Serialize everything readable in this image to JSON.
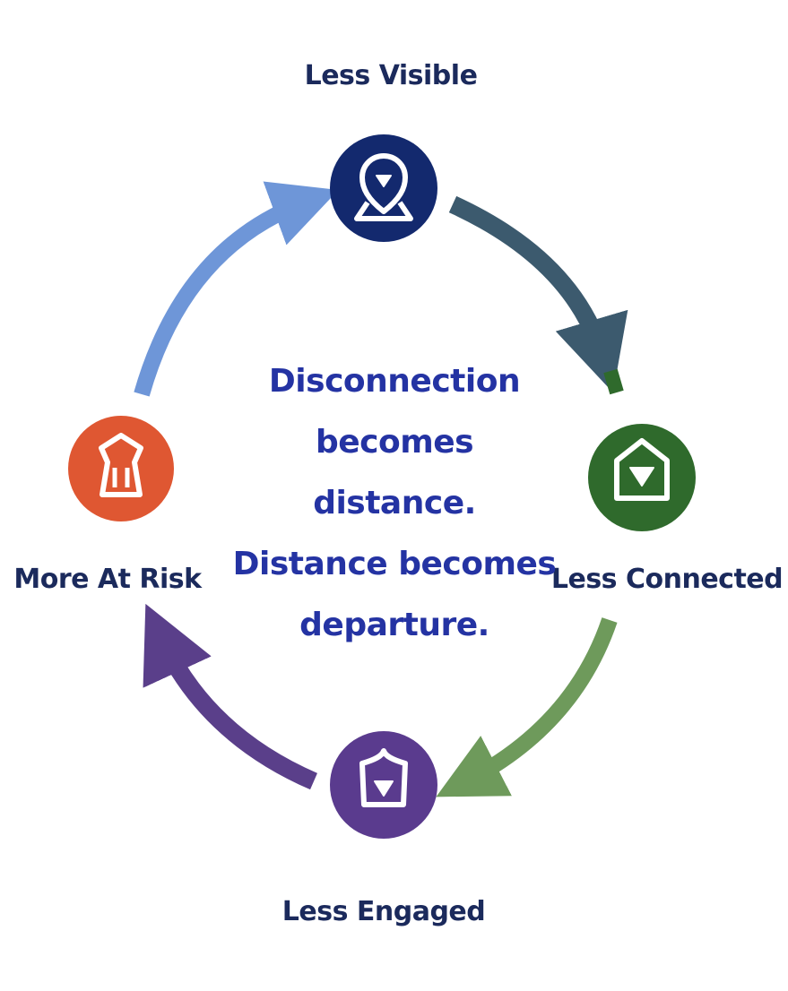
{
  "nodes": [
    {
      "id": "visible",
      "label": "Less Visible",
      "color": "#13296e",
      "icon": "location-pin-icon"
    },
    {
      "id": "connected",
      "label": "Less Connected",
      "color": "#2f6a2c",
      "icon": "heart-house-icon"
    },
    {
      "id": "engaged",
      "label": "Less Engaged",
      "color": "#5a3b8e",
      "icon": "shield-heart-icon"
    },
    {
      "id": "risk",
      "label": "More At Risk",
      "color": "#df5732",
      "icon": "person-alert-icon"
    }
  ],
  "arrows": [
    {
      "from": "visible",
      "to": "connected",
      "color": "#3c5a6e"
    },
    {
      "from": "connected",
      "to": "engaged",
      "color": "#6e9a5b"
    },
    {
      "from": "engaged",
      "to": "risk",
      "color": "#5a3f8a"
    },
    {
      "from": "risk",
      "to": "visible",
      "color": "#6e96d8"
    }
  ],
  "center": {
    "lines": [
      "Disconnection",
      "becomes",
      "distance.",
      "Distance becomes",
      "departure."
    ]
  }
}
